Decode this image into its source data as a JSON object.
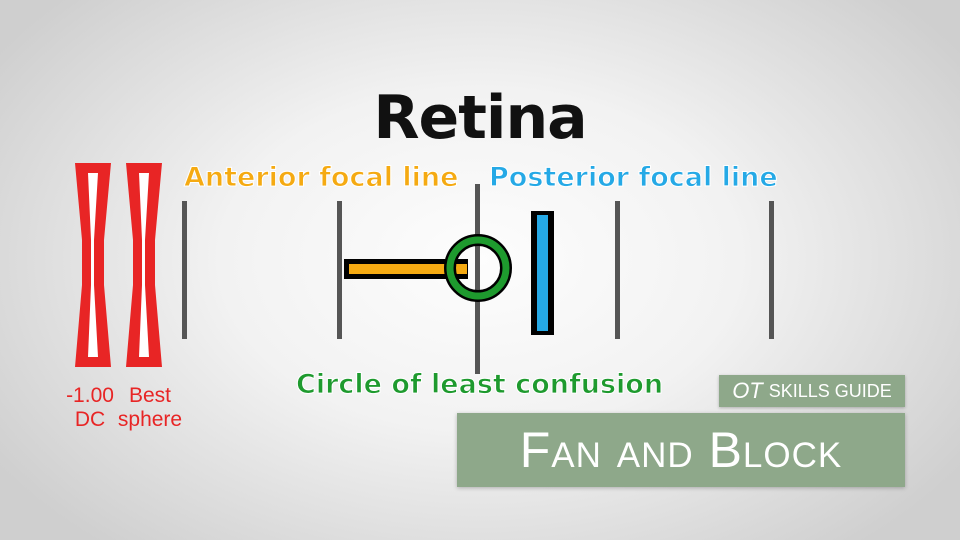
{
  "title": "Retina",
  "labels": {
    "anterior": "Anterior focal line",
    "posterior": "Posterior focal line",
    "circle": "Circle of least confusion"
  },
  "lenses": [
    {
      "label": "-1.00\nDC"
    },
    {
      "label": "Best\nsphere"
    }
  ],
  "branding": {
    "ot": "OT",
    "skills_guide": "SKILLS GUIDE",
    "banner": "Fan and Block"
  },
  "colors": {
    "lens": "#e82525",
    "anterior": "#f5aa12",
    "posterior": "#25a9e6",
    "circle": "#1e9a2e",
    "marker": "#555555",
    "banner": "#8ea88a"
  }
}
